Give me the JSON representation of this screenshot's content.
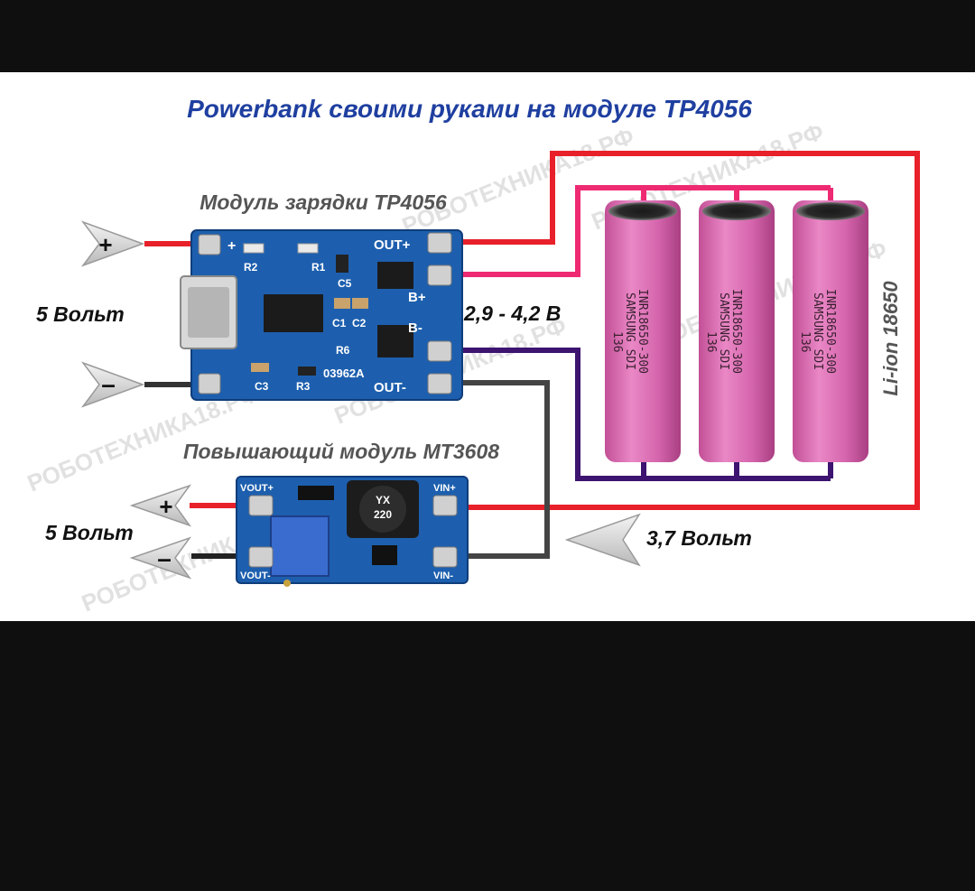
{
  "title": "Powerbank своими руками на модуле TP4056",
  "watermark": "РОБОТЕХНИКА18.РФ",
  "charger": {
    "caption": "Модуль зарядки TP4056",
    "pin_out_plus": "OUT+",
    "pin_b_plus": "B+",
    "pin_b_minus": "B-",
    "pin_out_minus": "OUT-",
    "pin_in_plus": "+",
    "code": "03962A",
    "silk": {
      "r1": "R1",
      "r2": "R2",
      "r3": "R3",
      "c1": "C1",
      "c2": "C2",
      "c3": "C3",
      "c5": "C5",
      "r6": "R6"
    }
  },
  "booster": {
    "caption": "Повышающий модуль MT3608",
    "pin_vout_plus": "VOUT+",
    "pin_vout_minus": "VOUT-",
    "pin_vin_plus": "VIN+",
    "pin_vin_minus": "VIN-",
    "inductor_line1": "YX",
    "inductor_line2": "220"
  },
  "labels": {
    "input_voltage": "5 Вольт",
    "output_voltage": "5 Вольт",
    "battery_range": "2,9 - 4,2 В",
    "battery_nominal": "3,7 Вольт",
    "battery_type": "Li-ion 18650",
    "plus_sign": "+",
    "minus_sign": "–"
  },
  "cells": [
    {
      "line1": "INR18650-300",
      "line2": "SAMSUNG SDI",
      "line3": "136"
    },
    {
      "line1": "INR18650-300",
      "line2": "SAMSUNG SDI",
      "line3": "136"
    },
    {
      "line1": "INR18650-300",
      "line2": "SAMSUNG SDI",
      "line3": "136"
    }
  ],
  "colors": {
    "background": "#0f0f0f",
    "panel": "#ffffff",
    "title": "#1f3fa0",
    "wire_red": "#e8202a",
    "wire_pink": "#ee2a73",
    "wire_purple": "#3d1470",
    "wire_black": "#333333",
    "pcb": "#1d5fae",
    "cell": "#e070b8"
  }
}
